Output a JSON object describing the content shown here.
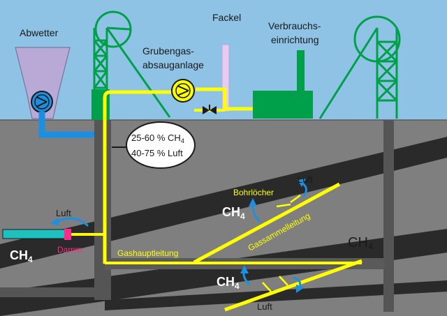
{
  "colors": {
    "sky": "#8ec3e6",
    "ground": "#7f7f7f",
    "coal_seam": "#2a2a2a",
    "gas_pipe": "#ffff00",
    "water_pipe": "#1e8fe0",
    "headframe": "#00a04a",
    "pump": "#ffff00",
    "funnel": "#b8a9d6",
    "flare": "#e6ccf0",
    "shaft": "#555555",
    "dam_label": "#ff2a8a",
    "text": "#1a1a1a"
  },
  "labels": {
    "wastewater": "Abwetter",
    "flare": "Fackel",
    "consumer_line1": "Verbrauchs-",
    "consumer_line2": "einrichtung",
    "extraction_line1": "Grubengas-",
    "extraction_line2": "absauganlage",
    "ch4_percent": "25-60 % CH",
    "ch4_sub": "4",
    "air_percent": "40-75 % Luft",
    "air": "Luft",
    "dam": "Damm",
    "main_pipe": "Gashauptleitung",
    "collector": "Gassammelleitung",
    "boreholes": "Bohrlöcher",
    "ch4": "CH",
    "ch4_sub_big": "4"
  },
  "icons": {
    "pump": "pump-icon",
    "valve": "valve-icon",
    "flow_arrow": "curved-arrow-icon"
  }
}
